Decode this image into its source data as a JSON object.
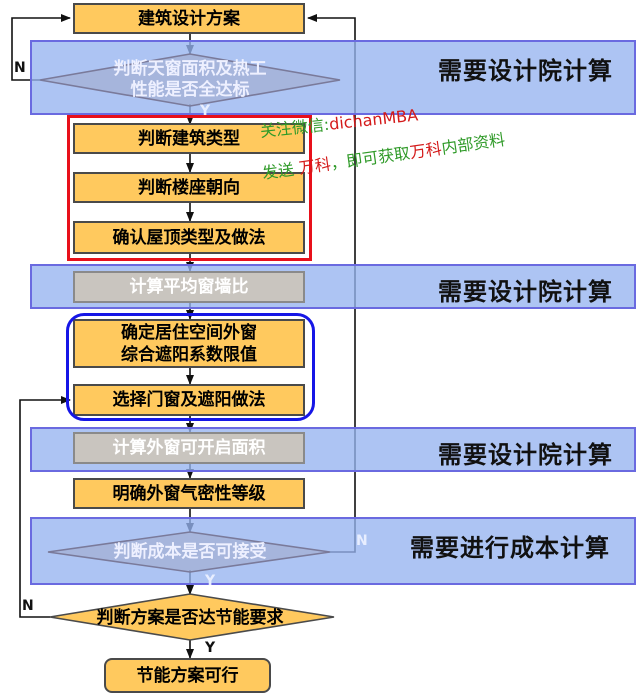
{
  "nodes": {
    "n_start": "建筑设计方案",
    "d_skylight": "判断天窗面积及热工\n性能是否全达标",
    "n_building_type": "判断建筑类型",
    "n_orientation": "判断楼座朝向",
    "n_roof": "确认屋顶类型及做法",
    "n_wall_ratio": "计算平均窗墙比",
    "n_shading_limit": "确定居住空间外窗\n综合遮阳系数限值",
    "n_select_windows": "选择门窗及遮阳做法",
    "n_open_area": "计算外窗可开启面积",
    "n_airtight": "明确外窗气密性等级",
    "d_cost": "判断成本是否可接受",
    "d_energy": "判断方案是否达节能要求",
    "n_final": "节能方案可行"
  },
  "bands": {
    "b1": "需要设计院计算",
    "b2": "需要设计院计算",
    "b3": "需要设计院计算",
    "b4": "需要进行成本计算"
  },
  "branch_labels": {
    "y1": "Y",
    "n1": "N",
    "y2": "Y",
    "n2": "N",
    "y3": "Y",
    "n3": "N"
  },
  "watermark": {
    "line1_a": "关注微信:",
    "line1_b": "dichanMBA",
    "line2_a": "发送",
    "line2_b": "万科",
    "line2_c": "，即可获取",
    "line2_d": "万科",
    "line2_e": "内部资料"
  },
  "colors": {
    "box_fill": "#FFC95E",
    "band_fill": "#96B4F0",
    "red_frame": "#E8101A",
    "blue_frame": "#1616E6",
    "line": "#111111"
  }
}
